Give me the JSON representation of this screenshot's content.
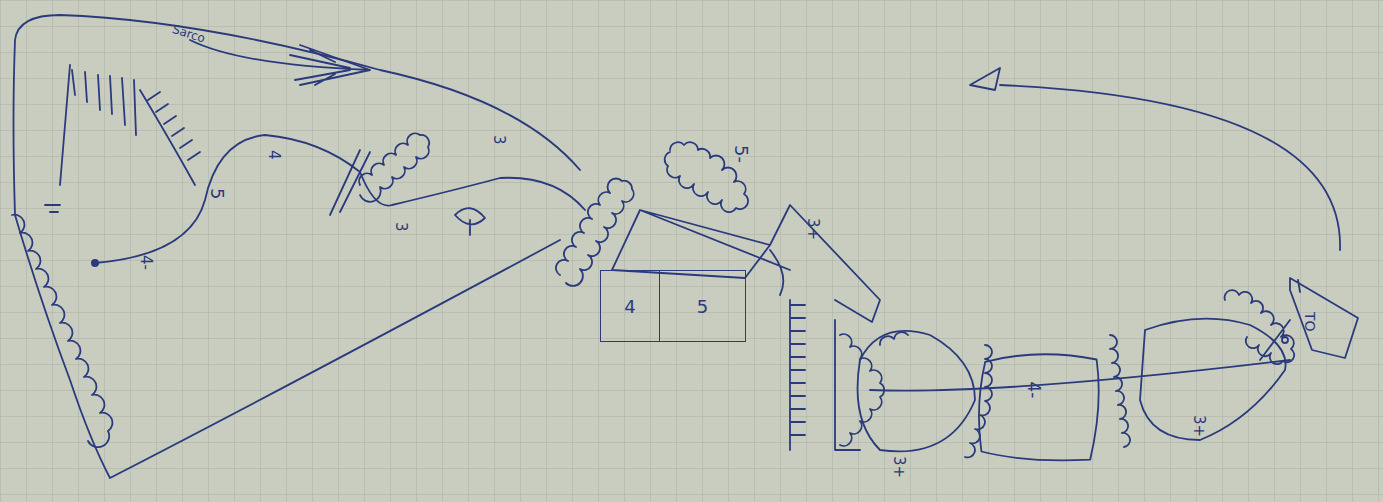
{
  "diagram": {
    "nodes": [
      {
        "text": [
          "4",
          "5"
        ]
      },
      {
        "text": [
          "4-"
        ]
      }
    ],
    "labels": [
      "Sarco",
      "3",
      "4",
      "5",
      "4-",
      "3",
      "5-",
      "3+",
      "3+",
      "3+",
      "TO"
    ]
  }
}
